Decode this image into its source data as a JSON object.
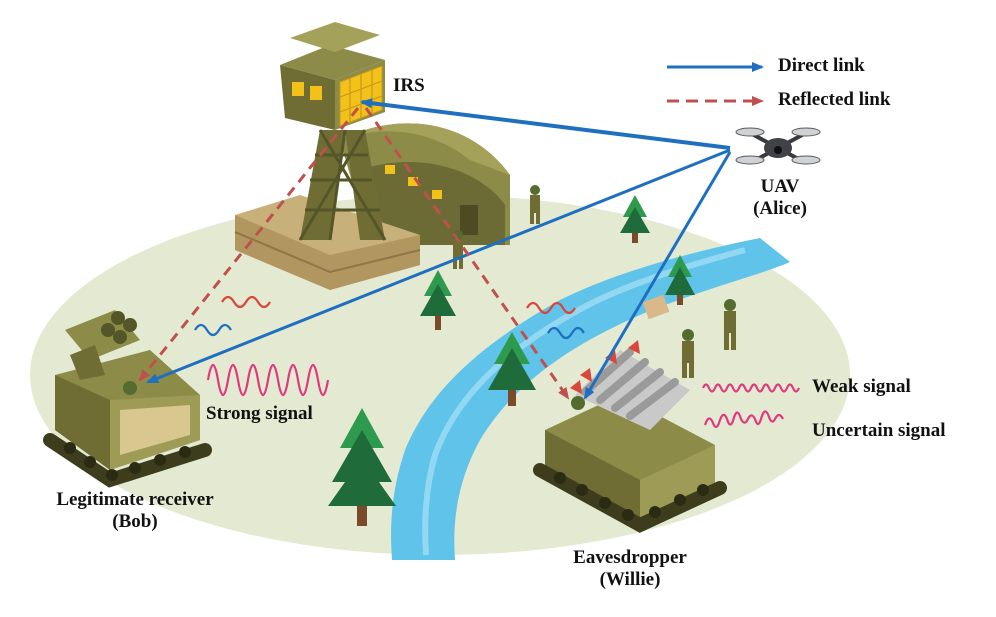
{
  "legend": {
    "direct_link": "Direct link",
    "reflected_link": "Reflected link",
    "weak_signal": "Weak signal",
    "uncertain_signal": "Uncertain signal"
  },
  "nodes": {
    "irs": "IRS",
    "uav_line1": "UAV",
    "uav_line2": "(Alice)",
    "bob_line1": "Legitimate receiver",
    "bob_line2": "(Bob)",
    "willie_line1": "Eavesdropper",
    "willie_line2": "(Willie)"
  },
  "labels": {
    "strong_signal": "Strong signal"
  },
  "colors": {
    "direct": "#1f6fc0",
    "reflected": "#c0504d",
    "signal_pink": "#e0387f",
    "signal_blue": "#1f6fc0",
    "signal_red": "#d9463b",
    "ground": "#e4ead2",
    "river": "#5fc3ea",
    "tree_dark": "#1f6b3a",
    "tree_light": "#2e9a4e",
    "military": "#7b7b3e",
    "military_dark": "#55552a"
  }
}
